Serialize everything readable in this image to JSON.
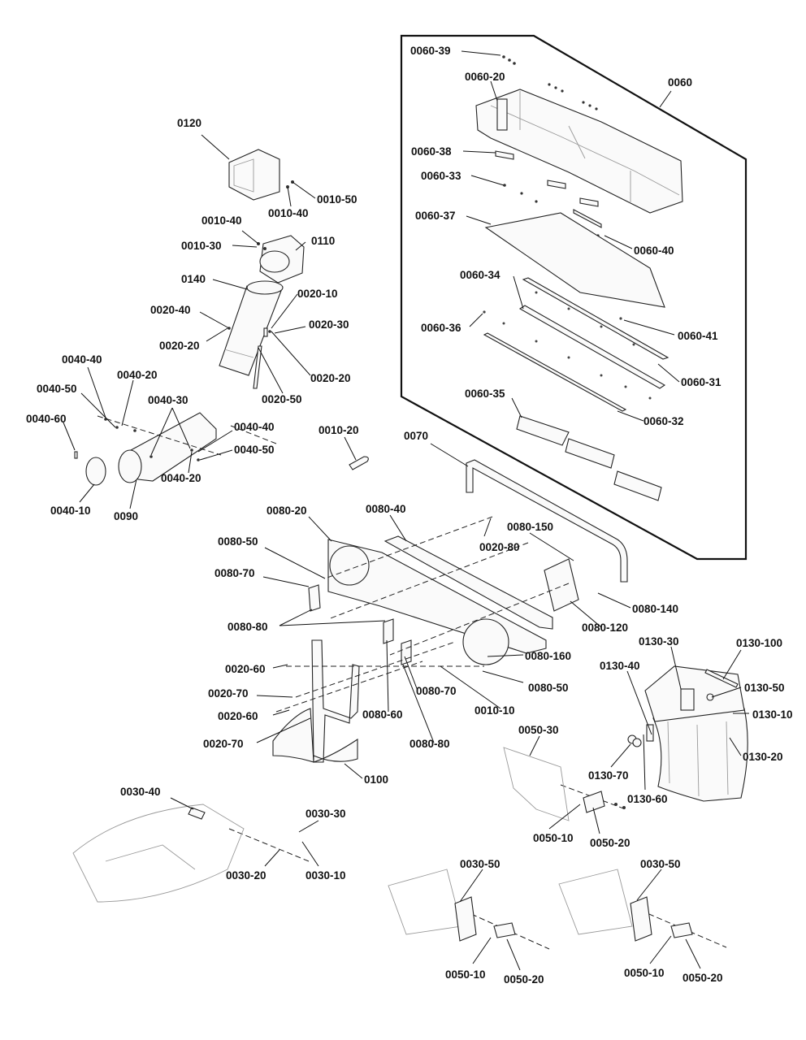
{
  "diagram": {
    "callouts": [
      "0060-39",
      "0060-20",
      "0060",
      "0060-38",
      "0060-33",
      "0060-37",
      "0060-40",
      "0060-34",
      "0060-36",
      "0060-41",
      "0060-31",
      "0060-35",
      "0060-32",
      "0120",
      "0010-50",
      "0010-40",
      "0010-40",
      "0010-30",
      "0110",
      "0140",
      "0020-10",
      "0020-40",
      "0020-30",
      "0020-20",
      "0020-20",
      "0020-50",
      "0040-40",
      "0040-20",
      "0040-50",
      "0040-30",
      "0040-60",
      "0040-40",
      "0040-50",
      "0040-20",
      "0040-10",
      "0090",
      "0010-20",
      "0070",
      "0080-20",
      "0080-40",
      "0020-80",
      "0080-150",
      "0080-50",
      "0080-70",
      "0080-80",
      "0080-140",
      "0080-120",
      "0080-160",
      "0020-60",
      "0080-50",
      "0020-70",
      "0080-70",
      "0020-60",
      "0080-60",
      "0010-10",
      "0020-70",
      "0080-80",
      "0100",
      "0130-30",
      "0130-100",
      "0130-40",
      "0130-50",
      "0130-10",
      "0050-30",
      "0130-20",
      "0130-70",
      "0130-60",
      "0050-10",
      "0050-20",
      "0030-40",
      "0030-30",
      "0030-20",
      "0030-10",
      "0030-50",
      "0030-50",
      "0050-10",
      "0050-20",
      "0050-10",
      "0050-20"
    ]
  }
}
